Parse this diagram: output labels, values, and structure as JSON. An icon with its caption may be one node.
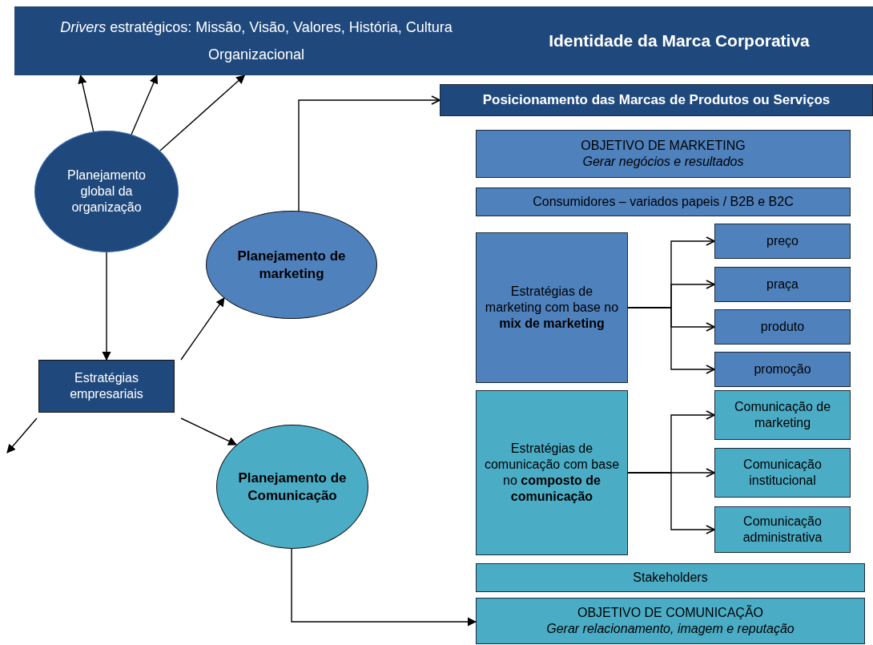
{
  "diagram": {
    "nodes": [
      {
        "text": [
          "*Drivers* estratégicos: Missão, Visão, Valores, História, Cultura Organizacional",
          "Identidade da Marca Corporativa"
        ]
      },
      {
        "text": [
          "Planejamento global da organização"
        ]
      },
      {
        "text": [
          "Estratégias empresariais"
        ]
      },
      {
        "text": [
          "Planejamento de marketing"
        ]
      },
      {
        "text": [
          "Planejamento de Comunicação"
        ]
      },
      {
        "text": [
          "Posicionamento das Marcas de Produtos ou Serviços"
        ]
      },
      {
        "text": [
          "OBJETIVO DE MARKETING",
          "Gerar negócios e resultados"
        ]
      },
      {
        "text": [
          "Consumidores – variados papeis / B2B e B2C"
        ]
      },
      {
        "text": [
          "Estratégias de marketing com base no **mix de marketing**"
        ]
      },
      {
        "text": [
          "preço"
        ]
      },
      {
        "text": [
          "praça"
        ]
      },
      {
        "text": [
          "produto"
        ]
      },
      {
        "text": [
          "promoção"
        ]
      },
      {
        "text": [
          "Estratégias de comunicação com base no **composto de comunicação**"
        ]
      },
      {
        "text": [
          "Comunicação de marketing"
        ]
      },
      {
        "text": [
          "Comunicação institucional"
        ]
      },
      {
        "text": [
          "Comunicação administrativa"
        ]
      },
      {
        "text": [
          "Stakeholders"
        ]
      },
      {
        "text": [
          "OBJETIVO DE COMUNICAÇÃO",
          "Gerar relacionamento, imagem e reputação"
        ]
      }
    ],
    "edges": [
      {
        "from": 1,
        "to": 0,
        "arrow": "to"
      },
      {
        "from": 1,
        "to": 0,
        "arrow": "to"
      },
      {
        "from": 1,
        "to": 0,
        "arrow": "to"
      },
      {
        "from": 1,
        "to": 2,
        "arrow": "to"
      },
      {
        "from": 2,
        "to": 3,
        "arrow": "to"
      },
      {
        "from": 2,
        "to": 4,
        "arrow": "to"
      },
      {
        "from": 2,
        "to": null,
        "arrow": "to"
      },
      {
        "from": 3,
        "to": 5,
        "arrow": "to"
      },
      {
        "from": 4,
        "to": 18,
        "arrow": "to"
      },
      {
        "from": 8,
        "to": 9,
        "arrow": "to"
      },
      {
        "from": 8,
        "to": 10,
        "arrow": "to"
      },
      {
        "from": 8,
        "to": 11,
        "arrow": "to"
      },
      {
        "from": 8,
        "to": 12,
        "arrow": "to"
      },
      {
        "from": 13,
        "to": 14,
        "arrow": "to"
      },
      {
        "from": 13,
        "to": 15,
        "arrow": "to"
      },
      {
        "from": 13,
        "to": 16,
        "arrow": "to"
      }
    ]
  }
}
